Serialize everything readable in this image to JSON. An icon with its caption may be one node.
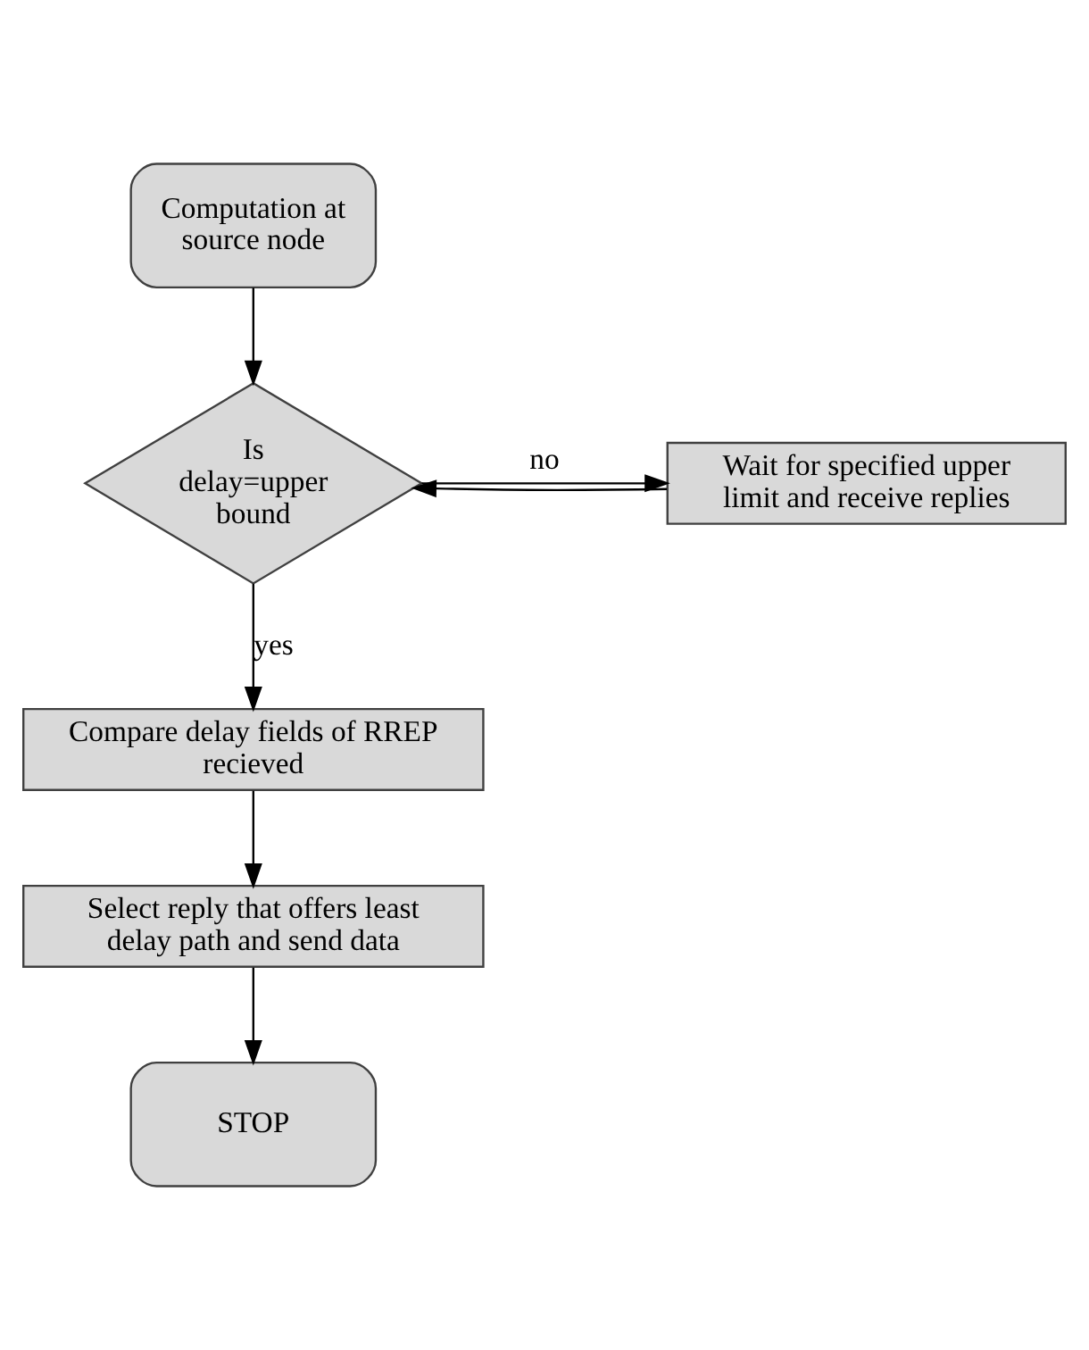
{
  "diagram": {
    "nodes": [
      {
        "text": [
          "Computation at source node"
        ]
      },
      {
        "text": [
          "Is delay=upper bound"
        ]
      },
      {
        "text": [
          "Wait for specified upper limit and receive replies"
        ]
      },
      {
        "text": [
          "Compare delay fields of RREP recieved"
        ]
      },
      {
        "text": [
          "Select reply that offers least delay path and send data"
        ]
      },
      {
        "text": [
          "STOP"
        ]
      }
    ],
    "edges": [
      {
        "from": 0,
        "to": 1,
        "arrow": "to"
      },
      {
        "from": 1,
        "to": 2,
        "arrow": "to",
        "label": "no"
      },
      {
        "from": 2,
        "to": 1,
        "arrow": "to"
      },
      {
        "from": 1,
        "to": 3,
        "arrow": "to",
        "label": "yes"
      },
      {
        "from": 3,
        "to": 4,
        "arrow": "to"
      },
      {
        "from": 4,
        "to": 5,
        "arrow": "to"
      }
    ]
  }
}
